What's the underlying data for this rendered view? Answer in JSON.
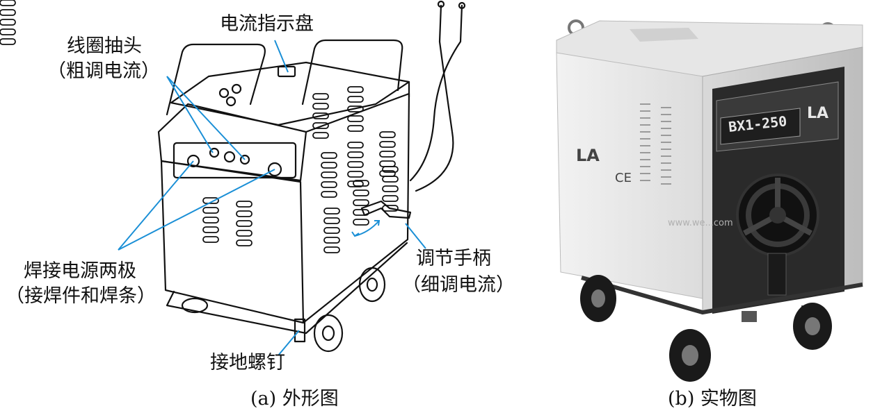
{
  "figure_a": {
    "labels": {
      "current_dial": "电流指示盘",
      "coil_tap_line1": "线圈抽头",
      "coil_tap_line2": "（粗调电流）",
      "poles_line1": "焊接电源两极",
      "poles_line2": "（接焊件和焊条）",
      "handle_line1": "调节手柄",
      "handle_line2": "（细调电流）",
      "ground_screw": "接地螺钉"
    },
    "caption": "(a) 外形图"
  },
  "figure_b": {
    "nameplate_model": "BX1-250",
    "brand_mark": "LA",
    "cert_marks": "CE",
    "watermark": "www.we...com",
    "caption": "(b) 实物图"
  },
  "colors": {
    "leader_line": "#1a8fd6",
    "machine_body": "#ececec",
    "panel_dark": "#2a2a2a"
  }
}
